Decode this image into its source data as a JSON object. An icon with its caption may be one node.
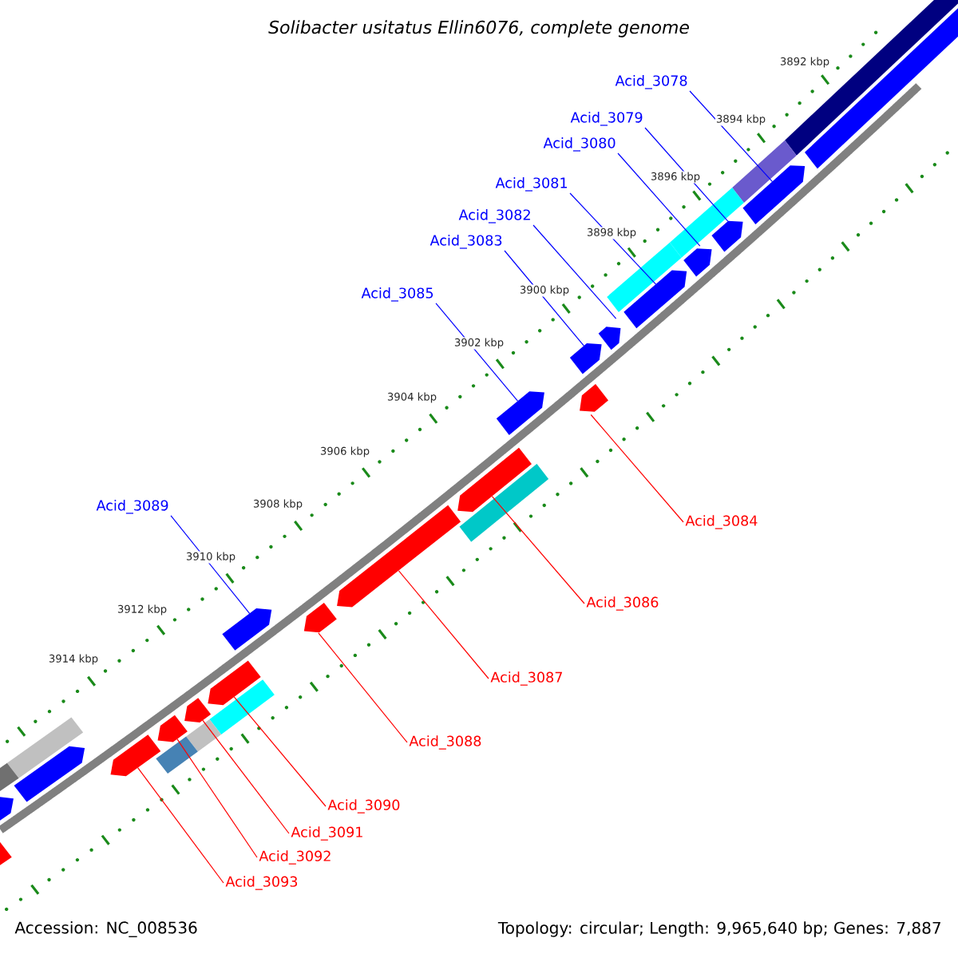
{
  "diagram": {
    "title": "Solibacter usitatus Ellin6076, complete genome",
    "nodes": [
      {
        "text": [
          "Acid_3078"
        ]
      },
      {
        "text": [
          "Acid_3079"
        ]
      },
      {
        "text": [
          "Acid_3080"
        ]
      },
      {
        "text": [
          "Acid_3081"
        ]
      },
      {
        "text": [
          "Acid_3082"
        ]
      },
      {
        "text": [
          "Acid_3083"
        ]
      },
      {
        "text": [
          "Acid_3085"
        ]
      },
      {
        "text": [
          "Acid_3084"
        ]
      },
      {
        "text": [
          "Acid_3089"
        ]
      },
      {
        "text": [
          "Acid_3086"
        ]
      },
      {
        "text": [
          "Acid_3087"
        ]
      },
      {
        "text": [
          "Acid_3088"
        ]
      },
      {
        "text": [
          "Acid_3090"
        ]
      },
      {
        "text": [
          "Acid_3091"
        ]
      },
      {
        "text": [
          "Acid_3092"
        ]
      },
      {
        "text": [
          "Acid_3093"
        ]
      },
      {
        "text": [],
        "shape": "pentagon"
      },
      {
        "text": [],
        "shape": "pentagon"
      },
      {
        "text": [],
        "shape": "pentagon"
      },
      {
        "text": [],
        "shape": "pentagon"
      },
      {
        "text": [],
        "shape": "pentagon"
      },
      {
        "text": [],
        "shape": "pentagon"
      },
      {
        "text": [],
        "shape": "pentagon"
      },
      {
        "text": [],
        "shape": "pentagon"
      },
      {
        "text": [],
        "shape": "pentagon"
      },
      {
        "text": [],
        "shape": "pentagon"
      },
      {
        "text": [],
        "shape": "pentagon"
      },
      {
        "text": [],
        "shape": "pentagon"
      },
      {
        "text": [],
        "shape": "pentagon"
      },
      {
        "text": [],
        "shape": "pentagon"
      },
      {
        "text": [],
        "shape": "pentagon"
      },
      {
        "text": [],
        "shape": "pentagon"
      },
      {
        "text": [],
        "shape": "pentagon"
      },
      {
        "text": [],
        "shape": "pentagon"
      },
      {
        "text": [],
        "shape": "pentagon"
      },
      {
        "text": [],
        "shape": "pentagon"
      }
    ],
    "edges": [
      {
        "from": 0,
        "to": 16,
        "arrow": "none",
        "color": "#0000ff"
      },
      {
        "from": 1,
        "to": 17,
        "arrow": "none",
        "color": "#0000ff"
      },
      {
        "from": 2,
        "to": 18,
        "arrow": "none",
        "color": "#0000ff"
      },
      {
        "from": 3,
        "to": 19,
        "arrow": "none",
        "color": "#0000ff"
      },
      {
        "from": 4,
        "to": 20,
        "arrow": "none",
        "color": "#0000ff"
      },
      {
        "from": 5,
        "to": 21,
        "arrow": "none",
        "color": "#0000ff"
      },
      {
        "from": 6,
        "to": 22,
        "arrow": "none",
        "color": "#0000ff"
      },
      {
        "from": 7,
        "to": 24,
        "arrow": "none",
        "color": "#ff0000"
      },
      {
        "from": 8,
        "to": 23,
        "arrow": "none",
        "color": "#0000ff"
      },
      {
        "from": 9,
        "to": 25,
        "arrow": "none",
        "color": "#ff0000"
      },
      {
        "from": 10,
        "to": 26,
        "arrow": "none",
        "color": "#ff0000"
      },
      {
        "from": 11,
        "to": 27,
        "arrow": "none",
        "color": "#ff0000"
      },
      {
        "from": 12,
        "to": 28,
        "arrow": "none",
        "color": "#ff0000"
      },
      {
        "from": 13,
        "to": 29,
        "arrow": "none",
        "color": "#ff0000"
      },
      {
        "from": 14,
        "to": 30,
        "arrow": "none",
        "color": "#ff0000"
      },
      {
        "from": 15,
        "to": 31,
        "arrow": "none",
        "color": "#ff0000"
      }
    ],
    "labels": [
      "3892 kbp",
      "3894 kbp",
      "3896 kbp",
      "3898 kbp",
      "3900 kbp",
      "3902 kbp",
      "3904 kbp",
      "3906 kbp",
      "3908 kbp",
      "3910 kbp",
      "3912 kbp",
      "3914 kbp",
      "Accession: NC_008536",
      "Topology: circular; Length: 9,965,640 bp; Genes: 7,887"
    ]
  }
}
